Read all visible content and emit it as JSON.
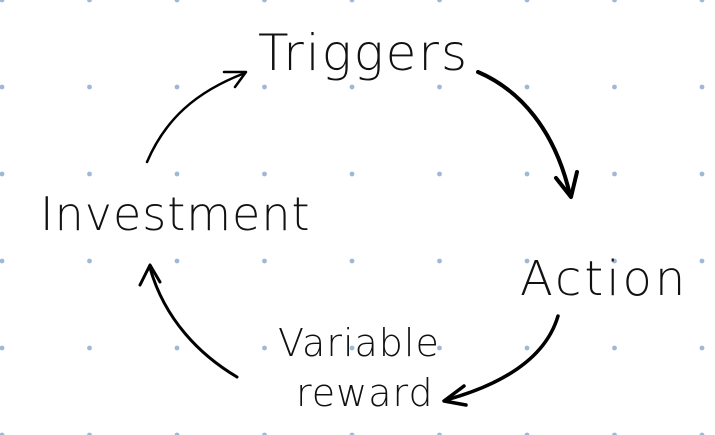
{
  "diagram": {
    "nodes": [
      {
        "id": "triggers",
        "label": "Triggers"
      },
      {
        "id": "action",
        "label": "Action"
      },
      {
        "id": "variable-reward",
        "label_line1": "Variable",
        "label_line2": "reward"
      },
      {
        "id": "investment",
        "label": "Investment"
      }
    ],
    "edges": [
      {
        "from": "triggers",
        "to": "action"
      },
      {
        "from": "action",
        "to": "variable-reward"
      },
      {
        "from": "variable-reward",
        "to": "investment"
      },
      {
        "from": "investment",
        "to": "triggers"
      }
    ]
  },
  "colors": {
    "background": "#ffffff",
    "dot_grid": "#9fb8d6",
    "ink": "#000000"
  }
}
